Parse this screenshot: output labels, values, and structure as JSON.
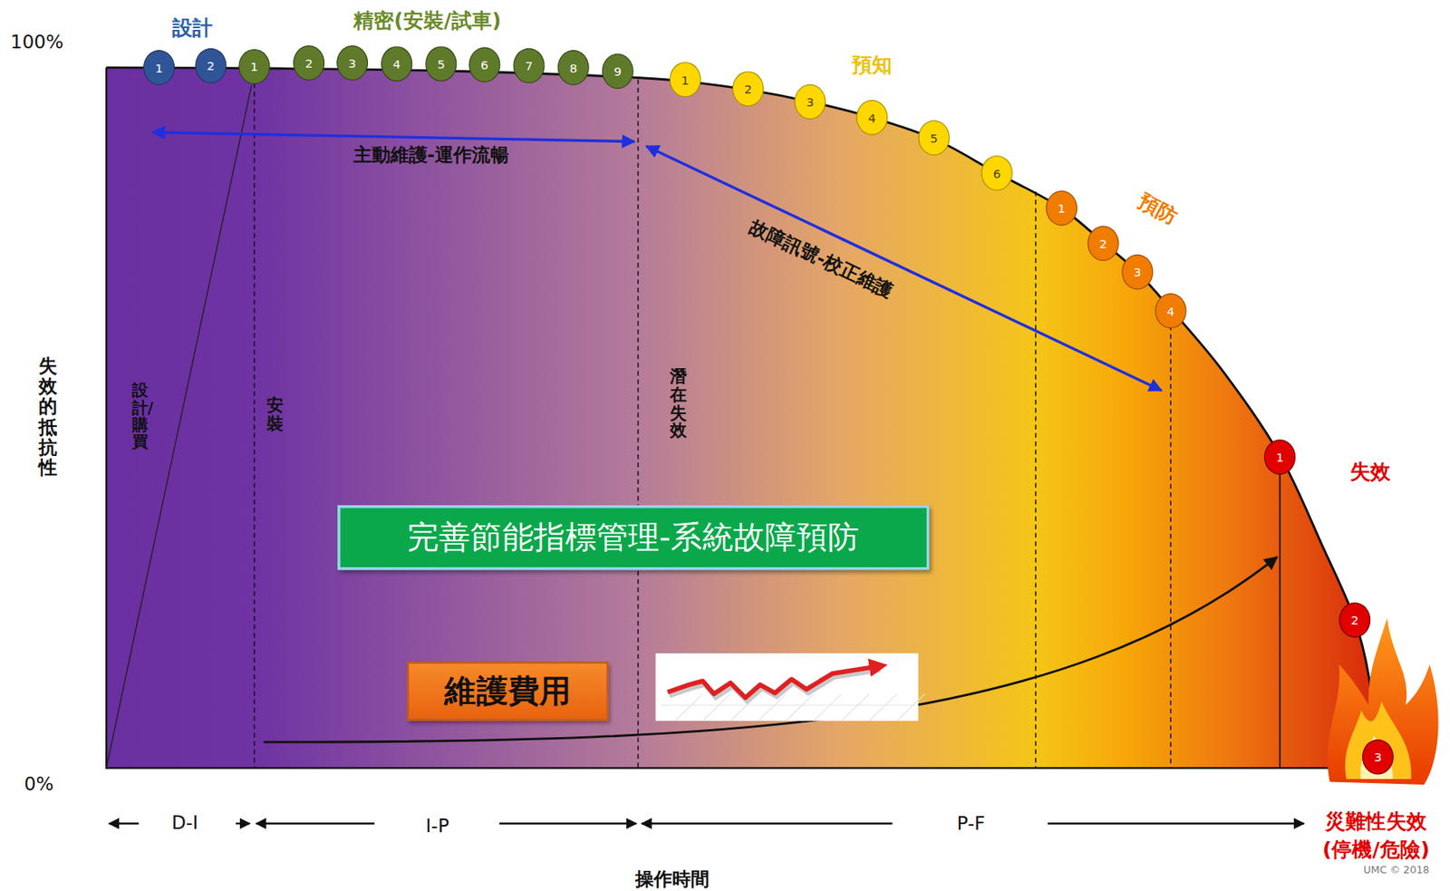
{
  "diagram": {
    "nodes": [
      {
        "text": [
          "1"
        ]
      },
      {
        "text": [
          "2"
        ]
      },
      {
        "text": [
          "1"
        ]
      },
      {
        "text": [
          "2"
        ]
      },
      {
        "text": [
          "3"
        ]
      },
      {
        "text": [
          "4"
        ]
      },
      {
        "text": [
          "5"
        ]
      },
      {
        "text": [
          "6"
        ]
      },
      {
        "text": [
          "7"
        ]
      },
      {
        "text": [
          "8"
        ]
      },
      {
        "text": [
          "9"
        ]
      },
      {
        "text": [
          "1"
        ]
      },
      {
        "text": [
          "2"
        ]
      },
      {
        "text": [
          "3"
        ]
      },
      {
        "text": [
          "4"
        ]
      },
      {
        "text": [
          "5"
        ]
      },
      {
        "text": [
          "6"
        ]
      },
      {
        "text": [
          "1"
        ]
      },
      {
        "text": [
          "2"
        ]
      },
      {
        "text": [
          "3"
        ]
      },
      {
        "text": [
          "4"
        ]
      },
      {
        "text": [
          "1"
        ]
      },
      {
        "text": [
          "2"
        ]
      },
      {
        "text": [
          "3"
        ]
      },
      {
        "text": [
          "完善節能指標管理-系統故障預防"
        ]
      },
      {
        "text": [
          "維護費用"
        ]
      }
    ],
    "labels": [
      "設計",
      "精密(安裝/試車)",
      "預知",
      "預防",
      "失效",
      "100%",
      "0%",
      "失效的抵抗性",
      "主動維護-運作流暢",
      "故障訊號-校正維護",
      "設計/購買",
      "安裝",
      "潛在失效",
      "D-I",
      "I-P",
      "P-F",
      "災難性失效",
      "(停機/危險)",
      "操作時間",
      "UMC © 2018"
    ]
  }
}
